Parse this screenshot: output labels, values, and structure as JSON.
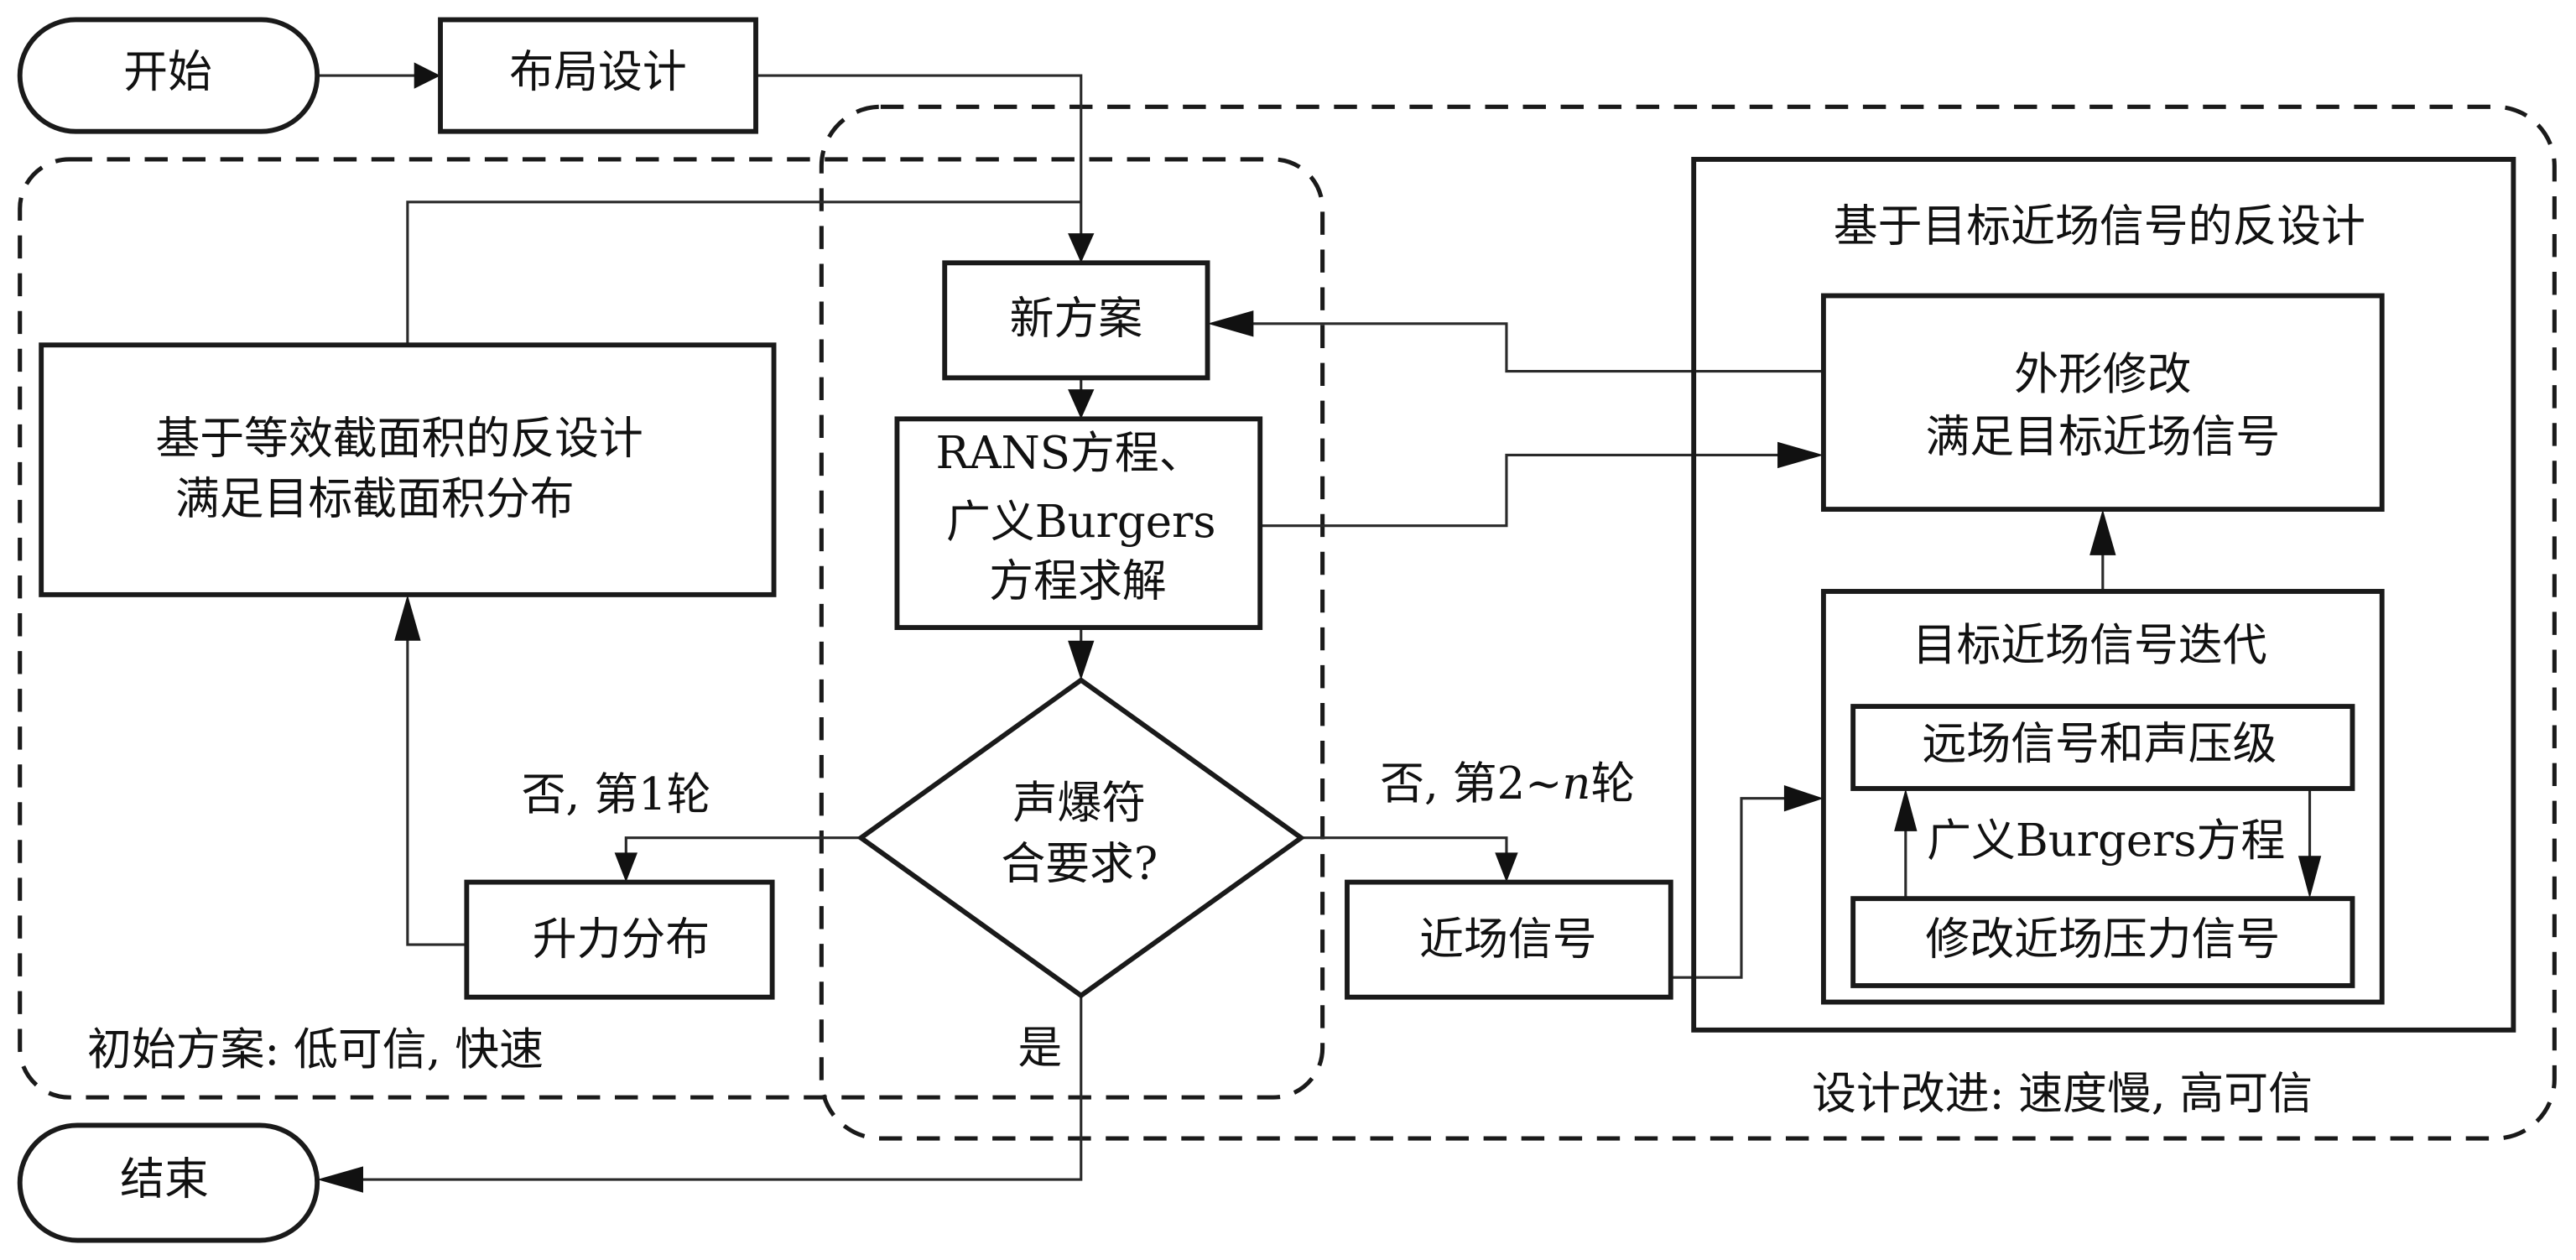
{
  "nodes": {
    "start": "开始",
    "layout_design": "布局设计",
    "inverse_area_line1": "基于等效截面积的反设计",
    "inverse_area_line2": "满足目标截面积分布",
    "new_scheme": "新方案",
    "solver_line1": "RANS方程、",
    "solver_line2": "广义Burgers",
    "solver_line3": "方程求解",
    "decision_line1": "声爆符",
    "decision_line2": "合要求?",
    "lift_distribution": "升力分布",
    "near_field_signal": "近场信号",
    "inverse_signal_title": "基于目标近场信号的反设计",
    "shape_modify_line1": "外形修改",
    "shape_modify_line2": "满足目标近场信号",
    "iteration_title": "目标近场信号迭代",
    "far_field": "远场信号和声压级",
    "burgers_label": "广义Burgers方程",
    "modify_near_field": "修改近场压力信号",
    "end": "结束"
  },
  "edge_labels": {
    "no_round1": "否, 第1轮",
    "no_round2_prefix": "否, 第2~",
    "no_round2_n": "n",
    "no_round2_suffix": "轮",
    "yes": "是"
  },
  "regions": {
    "initial": "初始方案: 低可信, 快速",
    "improved": "设计改进: 速度慢, 高可信"
  }
}
